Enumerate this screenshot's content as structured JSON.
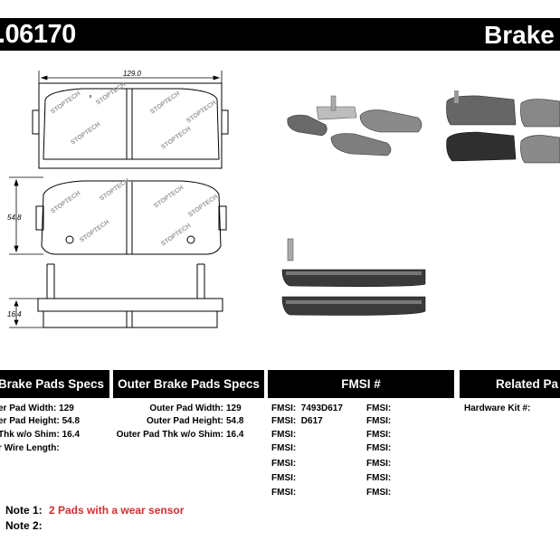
{
  "header": {
    "part_number": ".06170",
    "product_title": "Brake P"
  },
  "drawing": {
    "width_dim": "129.0",
    "height_dim": "54.8",
    "thickness_dim": "16.4",
    "logo_text": "STOPTECH"
  },
  "sections": {
    "inner_header": "Brake Pads Specs",
    "outer_header": "Outer Brake Pads Specs",
    "fmsi_header": "FMSI #",
    "related_header": "Related Pa"
  },
  "inner_specs": [
    {
      "label": "er Pad Width:",
      "value": "129"
    },
    {
      "label": "er Pad Height:",
      "value": "54.8"
    },
    {
      "label": "Thk w/o Shim:",
      "value": "16.4"
    },
    {
      "label": "r Wire Length:",
      "value": ""
    }
  ],
  "outer_specs": [
    {
      "label": "Outer Pad Width:",
      "value": "129"
    },
    {
      "label": "Outer Pad Height:",
      "value": "54.8"
    },
    {
      "label": "Outer Pad Thk w/o Shim:",
      "value": "16.4"
    }
  ],
  "fmsi_rows": [
    {
      "left_label": "FMSI:",
      "left_value": "7493D617",
      "right_label": "FMSI:",
      "right_value": ""
    },
    {
      "left_label": "FMSI:",
      "left_value": "D617",
      "right_label": "FMSI:",
      "right_value": ""
    },
    {
      "left_label": "FMSI:",
      "left_value": "",
      "right_label": "FMSI:",
      "right_value": ""
    },
    {
      "left_label": "FMSI:",
      "left_value": "",
      "right_label": "FMSI:",
      "right_value": ""
    },
    {
      "left_label": "FMSI:",
      "left_value": "",
      "right_label": "FMSI:",
      "right_value": ""
    },
    {
      "left_label": "FMSI:",
      "left_value": "",
      "right_label": "FMSI:",
      "right_value": ""
    },
    {
      "left_label": "FMSI:",
      "left_value": "",
      "right_label": "FMSI:",
      "right_value": ""
    }
  ],
  "related": {
    "hardware_label": "Hardware Kit #:"
  },
  "notes": [
    {
      "label": "Note 1:",
      "value": "2 Pads with a wear sensor"
    },
    {
      "label": "Note 2:",
      "value": ""
    }
  ],
  "colors": {
    "header_bg": "#000000",
    "note_accent": "#d32f2f",
    "pad_gray": "#8c8c8c"
  }
}
